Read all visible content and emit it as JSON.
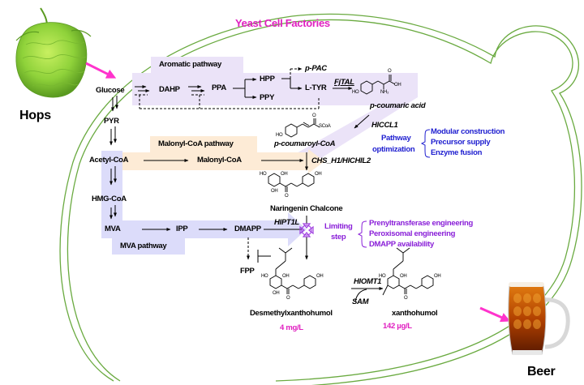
{
  "title": "Yeast Cell Factories",
  "input": {
    "label": "Hops",
    "icon": "hop-cone-icon"
  },
  "output": {
    "label": "Beer",
    "icon": "beer-mug-icon"
  },
  "pathways": {
    "aromatic": "Aromatic pathway",
    "malonyl": "Malonyl-CoA pathway",
    "mva": "MVA pathway"
  },
  "metabolites": {
    "glucose": "Glucose",
    "pyr": "PYR",
    "acetyl_coa": "Acetyl-CoA",
    "hmg_coa": "HMG-CoA",
    "mva": "MVA",
    "ipp": "IPP",
    "dmapp": "DMAPP",
    "fpp": "FPP",
    "dahp": "DAHP",
    "ppa": "PPA",
    "hpp": "HPP",
    "ppy": "PPY",
    "p_pac": "p-PAC",
    "l_tyr": "L-TYR",
    "p_coumaric_acid": "p-coumaric acid",
    "p_coumaroyl_coa": "p-coumaroyl-CoA",
    "malonyl_coa": "Malonyl-CoA",
    "naringenin_chalcone": "Naringenin  Chalcone",
    "desmethylxanthohumol": "Desmethylxanthohumol",
    "xanthohumol": "xanthohumol"
  },
  "enzymes": {
    "fjtal": "FjTAL",
    "hlccl1": "HlCCL1",
    "chs_chil": "CHS_H1/HlCHIL2",
    "hlpt1l": "HlPT1L",
    "hlomt1": "HlOMT1",
    "sam": "SAM"
  },
  "structure_labels": {
    "ho": "HO",
    "oh": "OH",
    "o": "O",
    "nh2": "NH₂",
    "scoa": "SCoA"
  },
  "titers": {
    "desmethylxanthohumol": "4 mg/L",
    "xanthohumol": "142 µg/L"
  },
  "pathway_optimization": {
    "label_line1": "Pathway",
    "label_line2": "optimization",
    "items": [
      "Modular construction",
      "Precursor supply",
      "Enzyme fusion"
    ]
  },
  "limiting_step": {
    "label_line1": "Limiting",
    "label_line2": "step",
    "items": [
      "Prenyltransferase engineering",
      "Peroxisomal engineering",
      "DMAPP availability"
    ]
  },
  "colors": {
    "title": "#e020c0",
    "arrow_highlight": "#ff33cc",
    "cell_membrane": "#6aaa40",
    "aromatic_band": "#ebe3f8",
    "malonyl_band": "#fdebd6",
    "mva_band": "#dcdcfa",
    "optimization_text": "#2020d0",
    "limiting_text": "#8a20d8"
  }
}
